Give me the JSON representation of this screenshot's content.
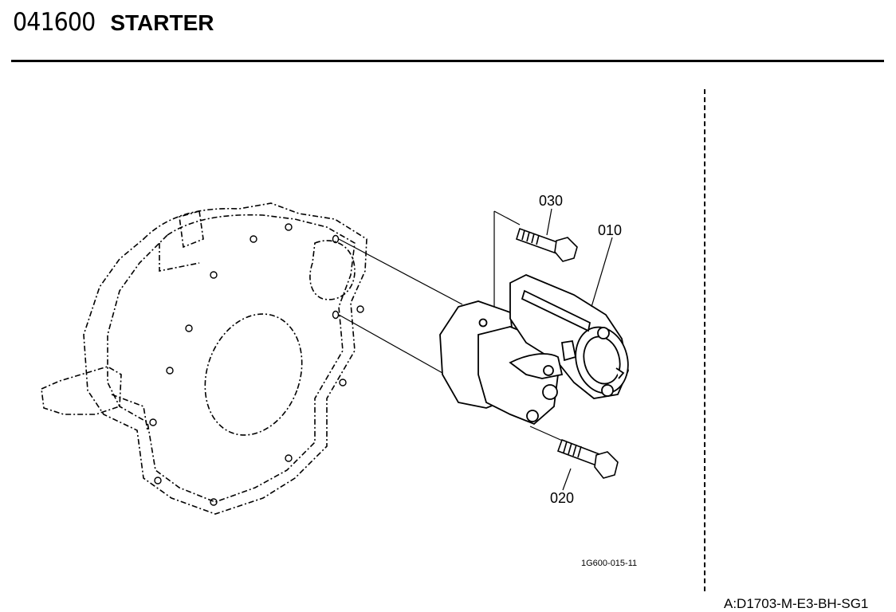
{
  "header": {
    "section_code": "041600",
    "section_title": "STARTER"
  },
  "callouts": {
    "p010": "010",
    "p020": "020",
    "p030": "030"
  },
  "figure_ref": "1G600-015-11",
  "footer_code": "A:D1703-M-E3-BH-SG1"
}
